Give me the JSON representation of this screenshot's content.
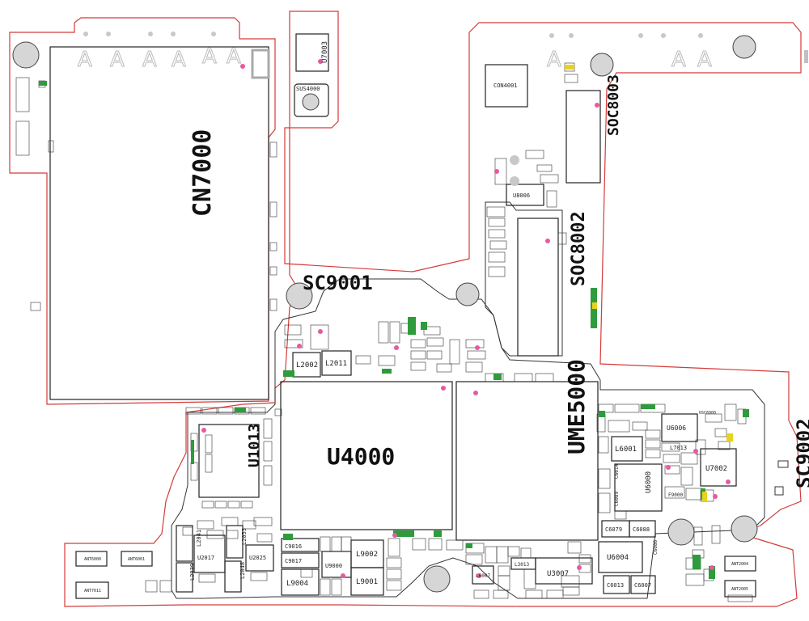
{
  "board": {
    "colors": {
      "outline": "#d43a3a",
      "inner_outline": "#333333",
      "component": "#222222",
      "pad_green": "#2e9b3c",
      "pad_yellow": "#e8d21e",
      "marker_pink": "#e65aa0",
      "screw_fill": "#d6d6d6",
      "background": "#ffffff"
    },
    "big_labels": {
      "cn7000": "CN7000",
      "u4000": "U4000",
      "ume5000": "UME5000",
      "u1013": "U1013",
      "soc8002": "SOC8002",
      "soc8003": "SOC8003",
      "sc9001": "SC9001",
      "sc9002": "SC9002"
    },
    "labels": {
      "u7003": "U7003",
      "sus4000": "SUS4000",
      "con4001": "CON4001",
      "u8006": "U8006",
      "l2002": "L2002",
      "l2011": "L2011",
      "l6001": "L6001",
      "u6006": "U6006",
      "l7013": "L7013",
      "u7002": "U7002",
      "u6000": "U6000",
      "f9000": "F9000",
      "c6079": "C6079",
      "c6088": "C6088",
      "u6004": "U6004",
      "c6013": "C6013",
      "c6007": "C6007",
      "u3007": "U3007",
      "l9002": "L9002",
      "l9001": "L9001",
      "l9004": "L9004",
      "c9016": "C9016",
      "c9017": "C9017",
      "u9000": "U9000",
      "l2041": "L2041",
      "l2039": "L2039",
      "u2017": "U2017",
      "l2053": "L2053",
      "u2025": "U2025",
      "l2048": "L2048",
      "ant6000": "ANT6000",
      "ant6001": "ANT6001",
      "ant7011": "ANT7011",
      "ant2004": "ANT2004",
      "ant2005": "ANT2005",
      "l3013": "L3013",
      "l6007": "L6007",
      "c6014": "C6014",
      "c6089": "C6089",
      "c6086": "C6086",
      "osc6000": "OSC6000"
    },
    "stencil_letters": [
      "A",
      "A",
      "A",
      "A",
      "A",
      "A",
      "A",
      "A",
      "A"
    ]
  }
}
